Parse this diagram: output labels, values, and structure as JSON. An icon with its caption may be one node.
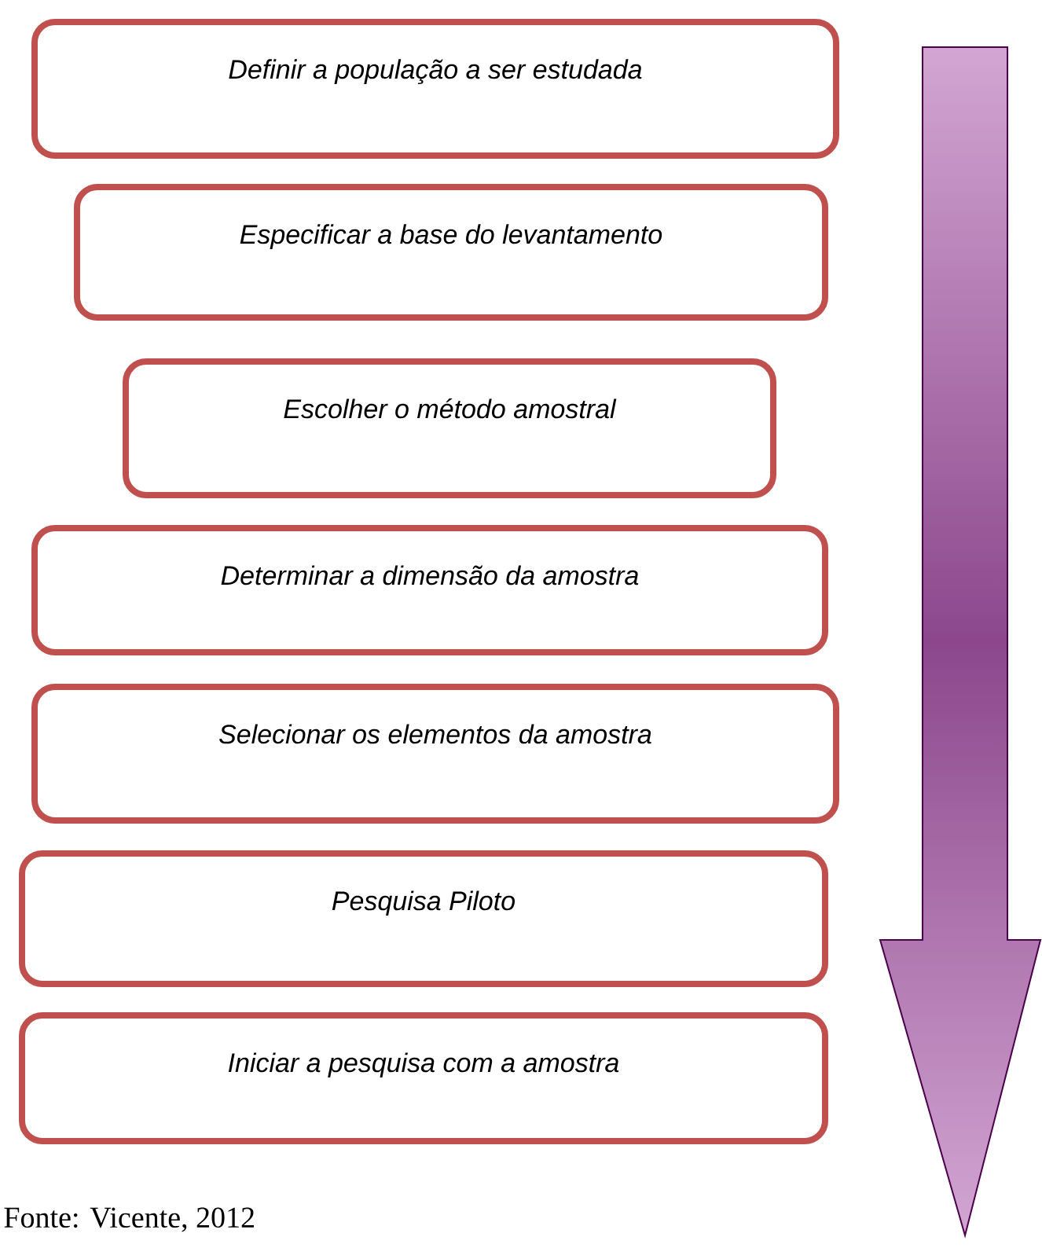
{
  "diagram": {
    "nodes": [
      {
        "text": [
          "Definir a população a ser estudada"
        ]
      },
      {
        "text": [
          "Especificar a base do levantamento"
        ]
      },
      {
        "text": [
          "Escolher o método amostral"
        ]
      },
      {
        "text": [
          "Determinar a dimensão da amostra"
        ]
      },
      {
        "text": [
          "Selecionar os elementos da amostra"
        ]
      },
      {
        "text": [
          "Pesquisa Piloto"
        ]
      },
      {
        "text": [
          "Iniciar a pesquisa com a amostra"
        ]
      }
    ],
    "labels": [
      "Fonte: Vicente, 2012"
    ]
  }
}
